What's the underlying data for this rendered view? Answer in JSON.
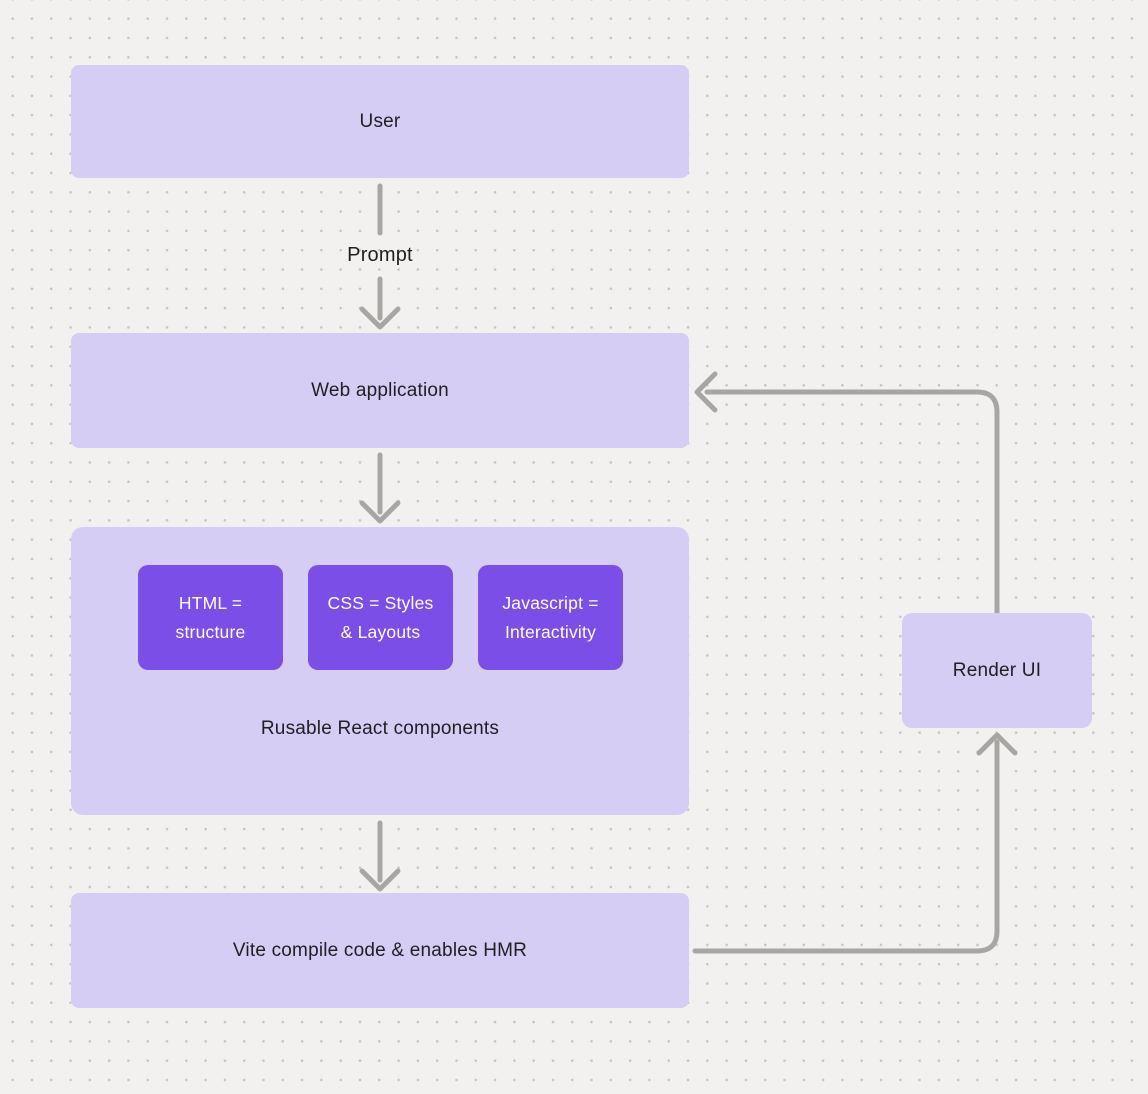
{
  "diagram": {
    "title_hint": "React + Vite development flow",
    "colors": {
      "background": "#f2f1ef",
      "dot_grid": "#c8c5c1",
      "node_fill": "#d6cdf5",
      "chip_fill": "#7c4ee8",
      "arrow": "#a8a6a3",
      "text_dark": "#202024",
      "text_light": "#ffffff"
    },
    "nodes": {
      "user": {
        "label": "User"
      },
      "web_application": {
        "label": "Web application"
      },
      "components_group": {
        "chips": [
          {
            "line1": "HTML =",
            "line2": "structure"
          },
          {
            "line1": "CSS = Styles",
            "line2": "& Layouts"
          },
          {
            "line1": "Javascript =",
            "line2": "Interactivity"
          }
        ],
        "caption": "Rusable React components"
      },
      "vite": {
        "label": "Vite compile code & enables HMR"
      },
      "render_ui": {
        "label": "Render UI"
      }
    },
    "edges": {
      "user_to_webapp_label": "Prompt"
    }
  }
}
